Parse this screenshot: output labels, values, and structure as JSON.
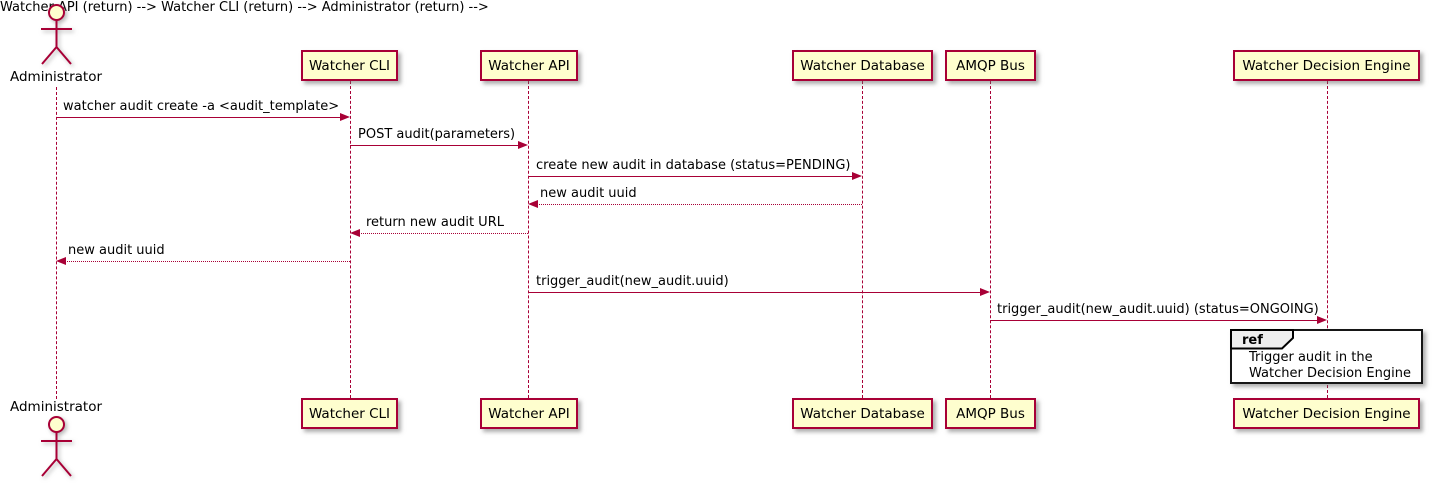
{
  "diagram": {
    "type": "uml-sequence-diagram",
    "actor": {
      "name": "Administrator"
    },
    "participants": [
      {
        "name": "Watcher CLI"
      },
      {
        "name": "Watcher API"
      },
      {
        "name": "Watcher Database"
      },
      {
        "name": "AMQP Bus"
      },
      {
        "name": "Watcher Decision Engine"
      }
    ],
    "messages": [
      {
        "from": "Administrator",
        "to": "Watcher CLI",
        "label": "watcher audit create -a <audit_template>",
        "line": "solid"
      },
      {
        "from": "Watcher CLI",
        "to": "Watcher API",
        "label": "POST audit(parameters)",
        "line": "solid"
      },
      {
        "from": "Watcher API",
        "to": "Watcher Database",
        "label": "create new audit in database (status=PENDING)",
        "line": "solid"
      },
      {
        "from": "Watcher Database",
        "to": "Watcher API",
        "label": "new audit uuid",
        "line": "dotted"
      },
      {
        "from": "Watcher API",
        "to": "Watcher CLI",
        "label": "return new audit URL",
        "line": "dotted"
      },
      {
        "from": "Watcher CLI",
        "to": "Administrator",
        "label": "new audit uuid",
        "line": "dotted"
      },
      {
        "from": "Watcher API",
        "to": "AMQP Bus",
        "label": "trigger_audit(new_audit.uuid)",
        "line": "solid"
      },
      {
        "from": "AMQP Bus",
        "to": "Watcher Decision Engine",
        "label": "trigger_audit(new_audit.uuid) (status=ONGOING)",
        "line": "solid"
      }
    ],
    "ref_fragment": {
      "keyword": "ref",
      "over": "Watcher Decision Engine",
      "lines": [
        "Trigger audit in the",
        "Watcher Decision Engine"
      ]
    },
    "colors": {
      "participant_fill": "#FEFECE",
      "stroke": "#A80036",
      "text": "#000000",
      "ref_header_fill": "#EEEEEE",
      "ref_border": "#000000",
      "background": "#FFFFFF"
    }
  }
}
